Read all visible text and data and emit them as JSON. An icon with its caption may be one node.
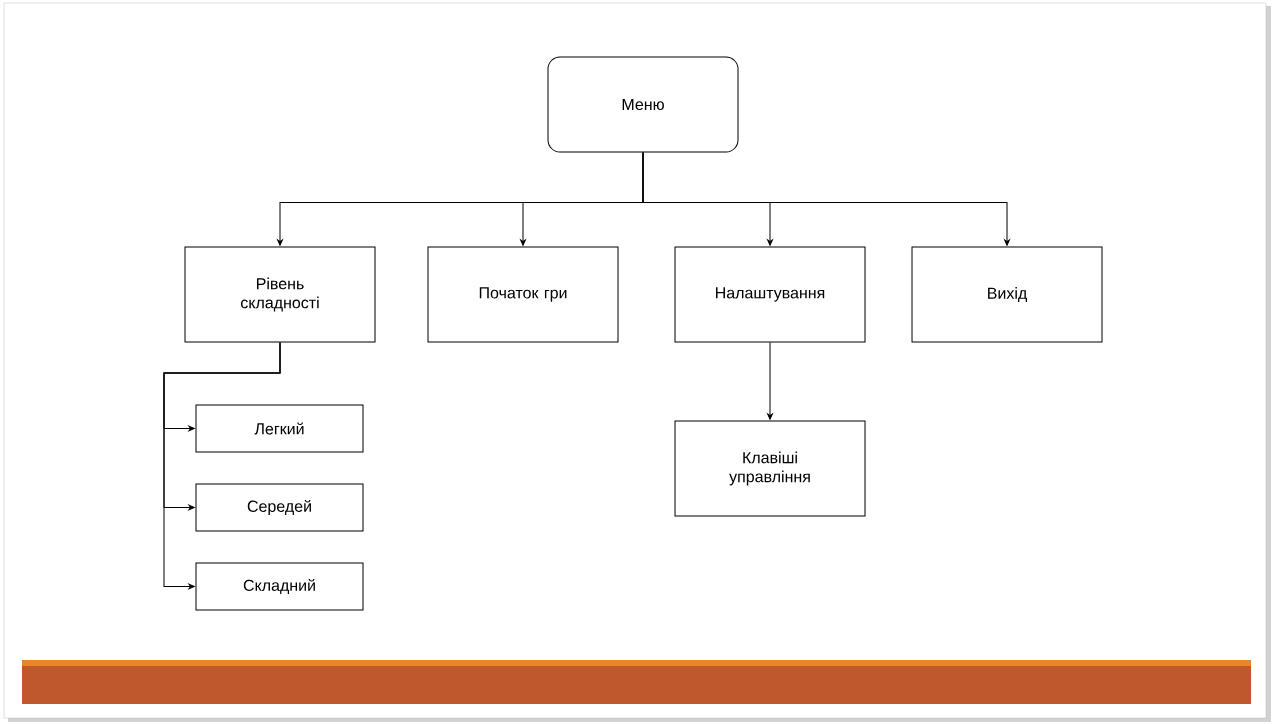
{
  "diagram": {
    "nodes": [
      {
        "text": [
          "Меню"
        ]
      },
      {
        "text": [
          "Рівень складності"
        ]
      },
      {
        "text": [
          "Початок гри"
        ]
      },
      {
        "text": [
          "Налаштування"
        ]
      },
      {
        "text": [
          "Вихід"
        ]
      },
      {
        "text": [
          "Легкий"
        ]
      },
      {
        "text": [
          "Середей"
        ]
      },
      {
        "text": [
          "Складний"
        ]
      },
      {
        "text": [
          "Клавіші управління"
        ]
      }
    ],
    "edges": [
      {
        "from": 0,
        "to": 1,
        "arrow": "to"
      },
      {
        "from": 0,
        "to": 2,
        "arrow": "to"
      },
      {
        "from": 0,
        "to": 3,
        "arrow": "to"
      },
      {
        "from": 0,
        "to": 4,
        "arrow": "to"
      },
      {
        "from": 1,
        "to": 5,
        "arrow": "to"
      },
      {
        "from": 1,
        "to": 6,
        "arrow": "to"
      },
      {
        "from": 1,
        "to": 7,
        "arrow": "to"
      },
      {
        "from": 3,
        "to": 8,
        "arrow": "to"
      }
    ]
  }
}
